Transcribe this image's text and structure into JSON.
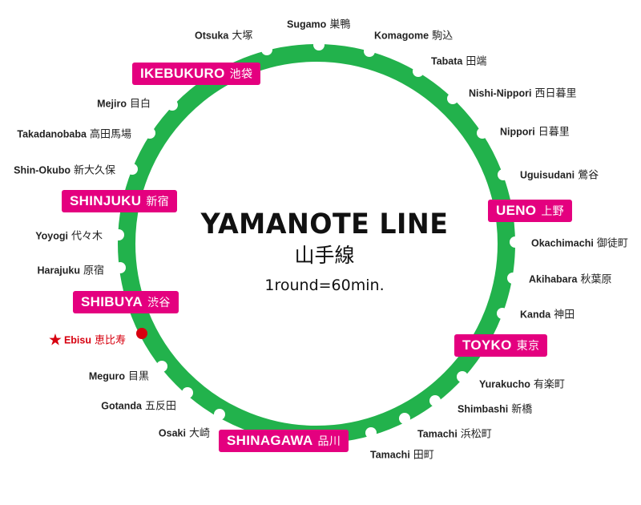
{
  "title": {
    "en": "YAMANOTE LINE",
    "jp": "山手線",
    "subtitle": "1round=60min."
  },
  "colors": {
    "line": "#22b24c",
    "major": "#e4007f",
    "highlight": "#d7000f"
  },
  "major_stations": {
    "ikebukuro": {
      "en": "IKEBUKURO",
      "jp": "池袋"
    },
    "shinjuku": {
      "en": "SHINJUKU",
      "jp": "新宿"
    },
    "shibuya": {
      "en": "SHIBUYA",
      "jp": "渋谷"
    },
    "shinagawa": {
      "en": "SHINAGAWA",
      "jp": "品川"
    },
    "tokyo": {
      "en": "TOYKO",
      "jp": "東京"
    },
    "ueno": {
      "en": "UENO",
      "jp": "上野"
    }
  },
  "stations": {
    "otsuka": {
      "en": "Otsuka",
      "jp": "大塚"
    },
    "sugamo": {
      "en": "Sugamo",
      "jp": "巣鴨"
    },
    "komagome": {
      "en": "Komagome",
      "jp": "駒込"
    },
    "tabata": {
      "en": "Tabata",
      "jp": "田端"
    },
    "nishinippori": {
      "en": "Nishi-Nippori",
      "jp": "西日暮里"
    },
    "nippori": {
      "en": "Nippori",
      "jp": "日暮里"
    },
    "uguisudani": {
      "en": "Uguisudani",
      "jp": "鶯谷"
    },
    "okachimachi": {
      "en": "Okachimachi",
      "jp": "御徒町"
    },
    "akihabara": {
      "en": "Akihabara",
      "jp": "秋葉原"
    },
    "kanda": {
      "en": "Kanda",
      "jp": "神田"
    },
    "yurakucho": {
      "en": "Yurakucho",
      "jp": "有楽町"
    },
    "shimbashi": {
      "en": "Shimbashi",
      "jp": "新橋"
    },
    "hamamatsucho": {
      "en": "Tamachi",
      "jp": "浜松町"
    },
    "tamachi": {
      "en": "Tamachi",
      "jp": "田町"
    },
    "osaki": {
      "en": "Osaki",
      "jp": "大崎"
    },
    "gotanda": {
      "en": "Gotanda",
      "jp": "五反田"
    },
    "meguro": {
      "en": "Meguro",
      "jp": "目黒"
    },
    "ebisu": {
      "en": "Ebisu",
      "jp": "恵比寿",
      "marker": "★"
    },
    "harajuku": {
      "en": "Harajuku",
      "jp": "原宿"
    },
    "yoyogi": {
      "en": "Yoyogi",
      "jp": "代々木"
    },
    "shinokubo": {
      "en": "Shin-Okubo",
      "jp": "新大久保"
    },
    "takadanobaba": {
      "en": "Takadanobaba",
      "jp": "高田馬場"
    },
    "mejiro": {
      "en": "Mejiro",
      "jp": "目白"
    }
  }
}
